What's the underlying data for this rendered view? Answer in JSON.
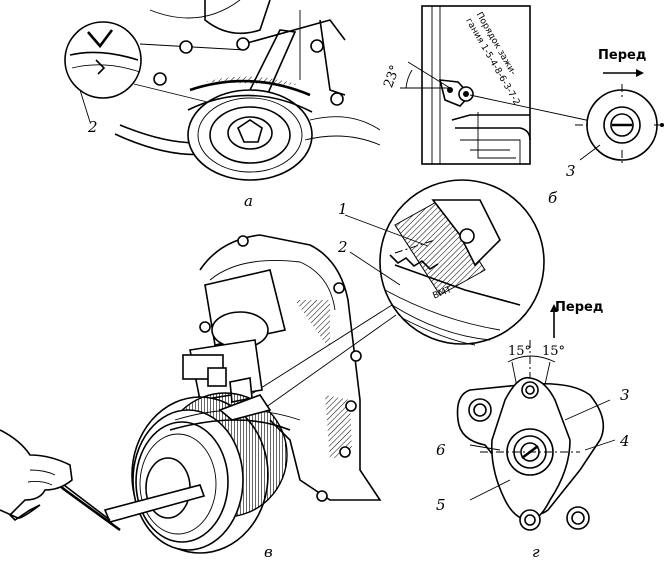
{
  "panels": {
    "a": {
      "letter": "а",
      "callouts": [
        "2"
      ]
    },
    "b": {
      "letter": "б",
      "angle": "23°",
      "front": "Перед",
      "callouts": [
        "3"
      ],
      "order_text_line1": "Порядок зажи-",
      "order_text_line2": "гания 1-5-4-8-6-3-7-2"
    },
    "v": {
      "letter": "в",
      "callouts": [
        "1",
        "2"
      ],
      "mark": "ВМТ"
    },
    "g": {
      "letter": "г",
      "front": "Перед",
      "angle_left": "15°",
      "angle_right": "15°",
      "callouts": [
        "3",
        "4",
        "5",
        "6"
      ]
    }
  }
}
